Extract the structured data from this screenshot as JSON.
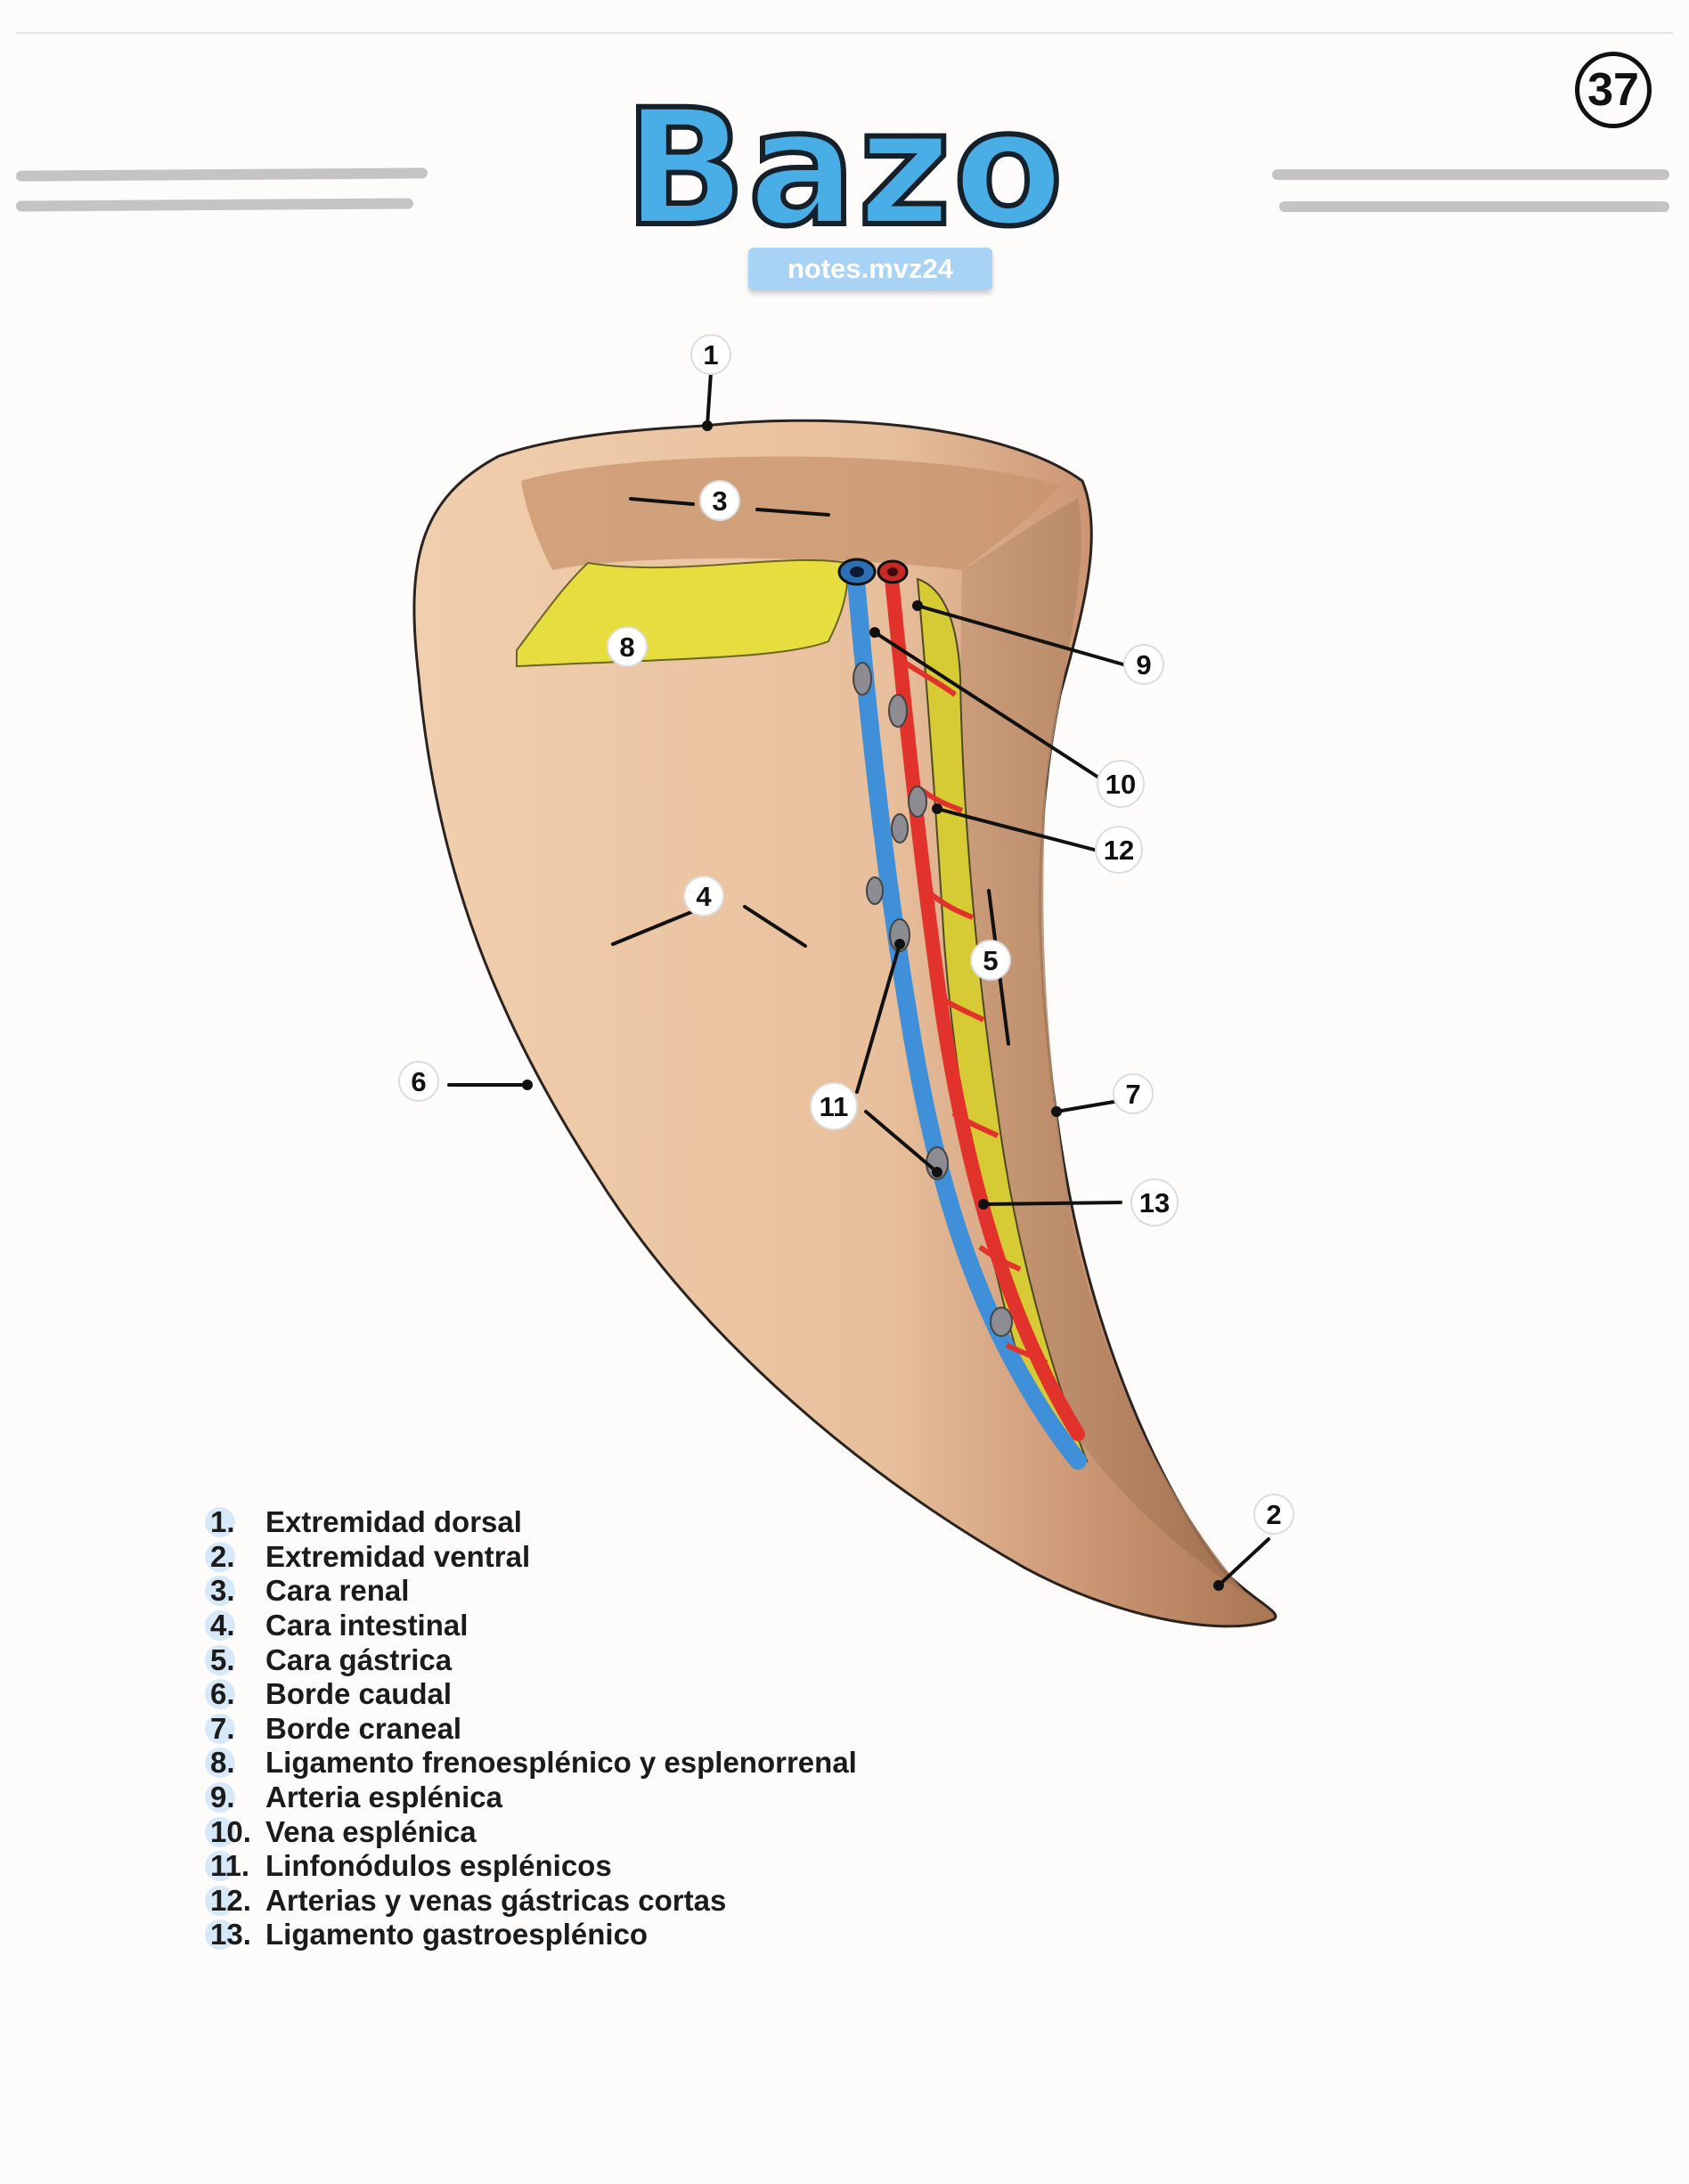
{
  "page_number": "37",
  "title": "Bazo",
  "source_badge": "notes.mvz24",
  "colors": {
    "title_fill": "#4aaee6",
    "spleen_fill": "#eac3a2",
    "ligament": "#e8df3f",
    "vein": "#3f8fd9",
    "artery": "#e1322c",
    "lymph_node": "#8c8c92",
    "legend_bubble": "#d7e8f8"
  },
  "callouts": [
    {
      "id": "c1",
      "label": "1"
    },
    {
      "id": "c2",
      "label": "2"
    },
    {
      "id": "c3",
      "label": "3"
    },
    {
      "id": "c4",
      "label": "4"
    },
    {
      "id": "c5",
      "label": "5"
    },
    {
      "id": "c6",
      "label": "6"
    },
    {
      "id": "c7",
      "label": "7"
    },
    {
      "id": "c8",
      "label": "8"
    },
    {
      "id": "c9",
      "label": "9"
    },
    {
      "id": "c10",
      "label": "10"
    },
    {
      "id": "c11",
      "label": "11"
    },
    {
      "id": "c12",
      "label": "12"
    },
    {
      "id": "c13",
      "label": "13"
    }
  ],
  "legend": [
    {
      "num": "1.",
      "label": "Extremidad dorsal"
    },
    {
      "num": "2.",
      "label": "Extremidad ventral"
    },
    {
      "num": "3.",
      "label": "Cara renal"
    },
    {
      "num": "4.",
      "label": "Cara intestinal"
    },
    {
      "num": "5.",
      "label": "Cara gástrica"
    },
    {
      "num": "6.",
      "label": "Borde caudal"
    },
    {
      "num": "7.",
      "label": "Borde craneal"
    },
    {
      "num": "8.",
      "label": "Ligamento frenoesplénico y esplenorrenal"
    },
    {
      "num": "9.",
      "label": "Arteria esplénica"
    },
    {
      "num": "10.",
      "label": "Vena esplénica"
    },
    {
      "num": "11.",
      "label": "Linfonódulos esplénicos"
    },
    {
      "num": "12.",
      "label": "Arterias y venas gástricas cortas"
    },
    {
      "num": "13.",
      "label": "Ligamento gastroesplénico"
    }
  ]
}
